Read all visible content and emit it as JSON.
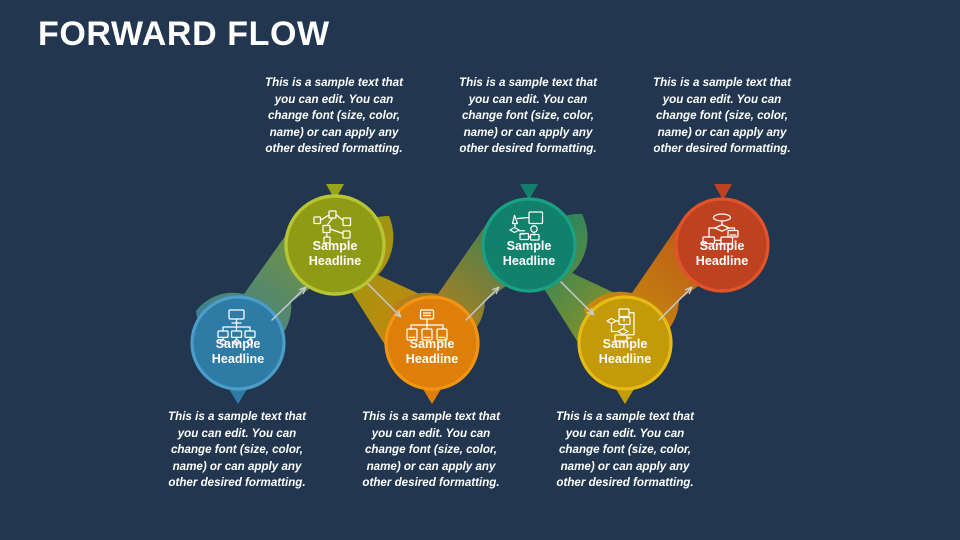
{
  "slide": {
    "title": "FORWARD FLOW",
    "background_color": "#22374f"
  },
  "sample_text": "This is a sample text that you can edit. You can change font (size, color, name) or can apply any other desired formatting.",
  "nodes": [
    {
      "id": "node-1",
      "position": "bottom",
      "headline_line1": "Sample",
      "headline_line2": "Headline",
      "icon": "org-chart-monitor-icon",
      "fill_color": "#2e7ca6",
      "ring_color": "#4a9ec9",
      "pointer_color": "#2e7ca6",
      "caption": "This is a sample text that you can edit. You can change font (size, color, name) or can apply any other desired formatting."
    },
    {
      "id": "node-2",
      "position": "top",
      "headline_line1": "Sample",
      "headline_line2": "Headline",
      "icon": "network-nodes-icon",
      "fill_color": "#8f9b15",
      "ring_color": "#b6c531",
      "pointer_color": "#96a518",
      "caption": "This is a sample text that you can edit. You can change font (size, color, name) or can apply any other desired formatting."
    },
    {
      "id": "node-3",
      "position": "bottom",
      "headline_line1": "Sample",
      "headline_line2": "Headline",
      "icon": "computer-network-tree-icon",
      "fill_color": "#dd7f08",
      "ring_color": "#f59410",
      "pointer_color": "#dd7f08",
      "caption": "This is a sample text that you can edit. You can change font (size, color, name) or can apply any other desired formatting."
    },
    {
      "id": "node-4",
      "position": "top",
      "headline_line1": "Sample",
      "headline_line2": "Headline",
      "icon": "flowchart-process-icon",
      "fill_color": "#11816b",
      "ring_color": "#1aa183",
      "pointer_color": "#11816b",
      "caption": "This is a sample text that you can edit. You can change font (size, color, name) or can apply any other desired formatting."
    },
    {
      "id": "node-5",
      "position": "bottom",
      "headline_line1": "Sample",
      "headline_line2": "Headline",
      "icon": "flowchart-decision-icon",
      "fill_color": "#c39a08",
      "ring_color": "#e8bb14",
      "pointer_color": "#c39a08",
      "caption": "This is a sample text that you can edit. You can change font (size, color, name) or can apply any other desired formatting."
    },
    {
      "id": "node-6",
      "position": "top",
      "headline_line1": "Sample",
      "headline_line2": "Headline",
      "icon": "hierarchy-diagram-icon",
      "fill_color": "#bf4220",
      "ring_color": "#e2532a",
      "pointer_color": "#bf4220",
      "caption": "This is a sample text that you can edit. You can change font (size, color, name) or can apply any other desired formatting."
    }
  ],
  "connectors": [
    {
      "id": "connector-1-2",
      "from": "node-1",
      "to": "node-2",
      "from_color": "#2e7ca6",
      "to_color": "#8f9b15"
    },
    {
      "id": "connector-2-3",
      "from": "node-2",
      "to": "node-3",
      "from_color": "#8f9b15",
      "to_color": "#dd7f08"
    },
    {
      "id": "connector-3-4",
      "from": "node-3",
      "to": "node-4",
      "from_color": "#dd7f08",
      "to_color": "#11816b"
    },
    {
      "id": "connector-4-5",
      "from": "node-4",
      "to": "node-5",
      "from_color": "#11816b",
      "to_color": "#c39a08"
    },
    {
      "id": "connector-5-6",
      "from": "node-5",
      "to": "node-6",
      "from_color": "#c39a08",
      "to_color": "#bf4220"
    }
  ],
  "arrow_color": "#c6cbd0"
}
